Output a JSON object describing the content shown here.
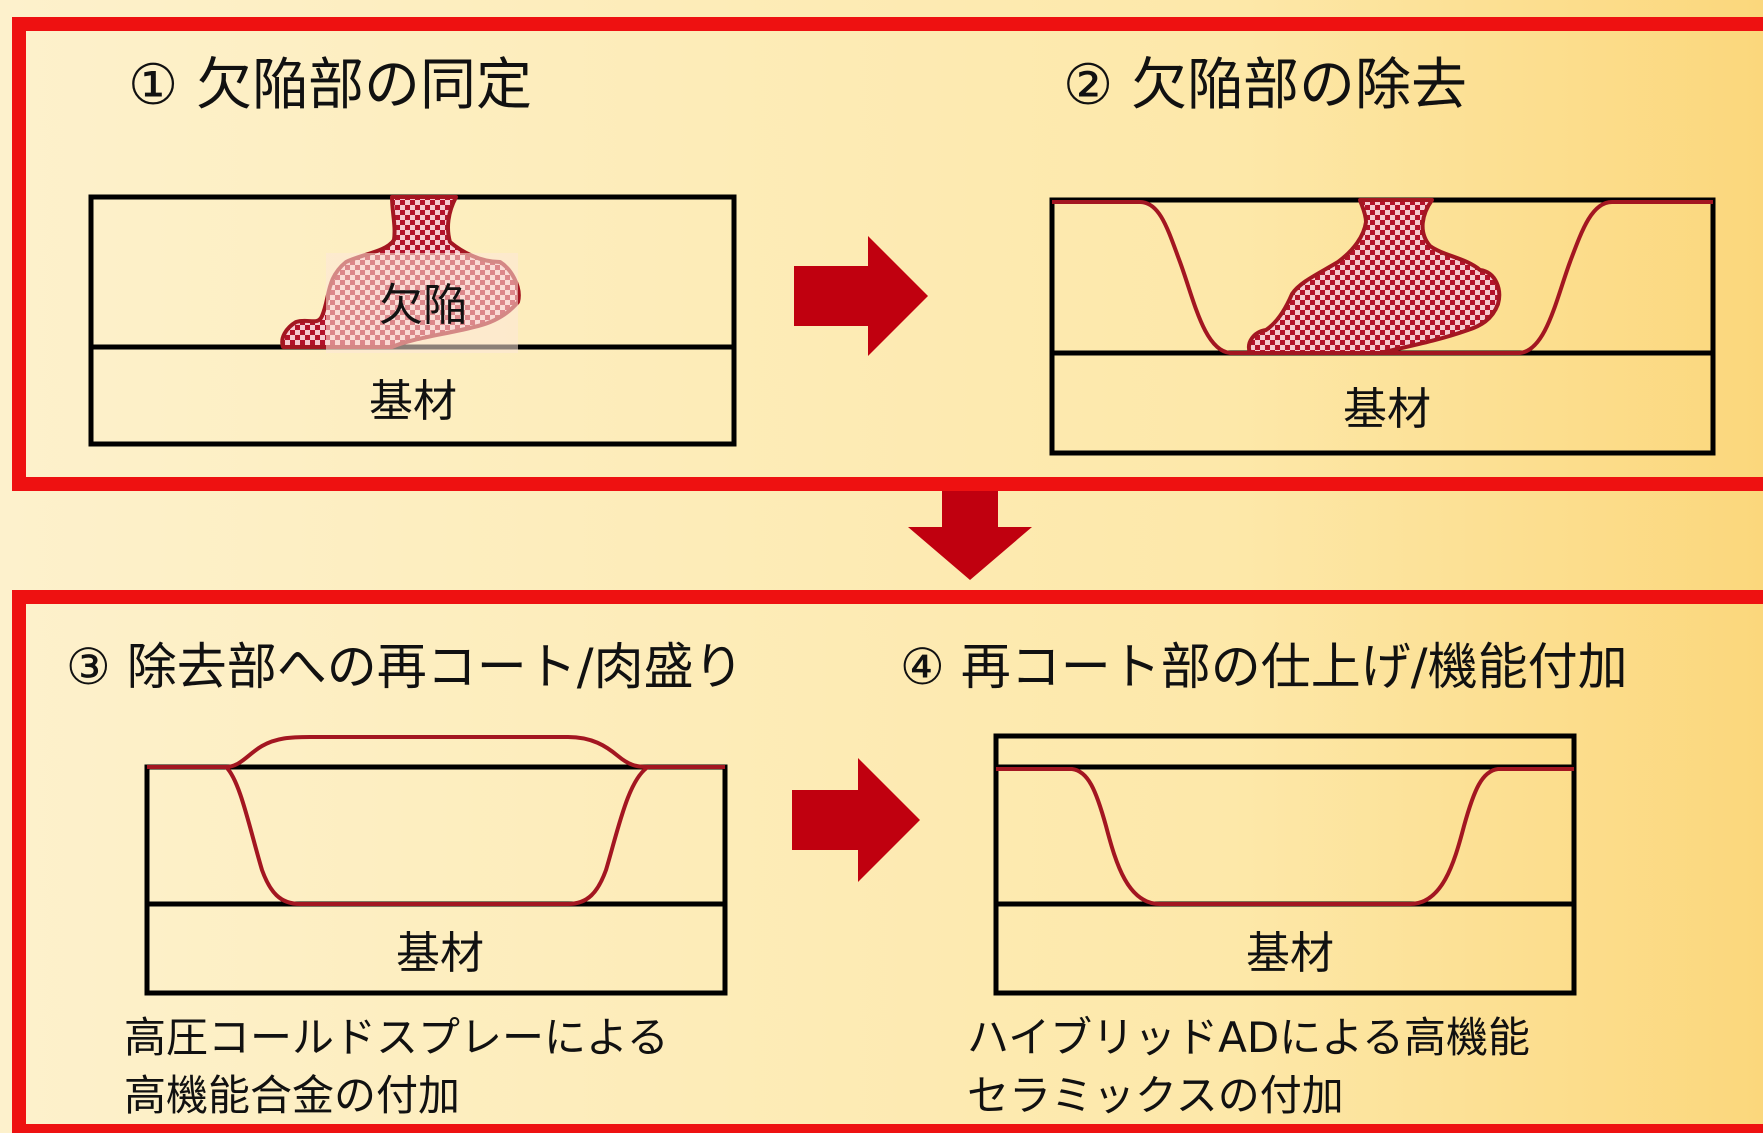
{
  "steps": [
    {
      "title": "① 欠陥部の同定",
      "defect_label": "欠陥",
      "substrate_label": "基材"
    },
    {
      "title": "② 欠陥部の除去",
      "substrate_label": "基材"
    },
    {
      "title": "③ 除去部への再コート/肉盛り",
      "substrate_label": "基材",
      "note_line1": "高圧コールドスプレーによる",
      "note_line2": "高機能合金の付加"
    },
    {
      "title": "④ 再コート部の仕上げ/機能付加",
      "substrate_label": "基材",
      "note_line1": "ハイブリッドADによる高機能",
      "note_line2": "セラミックスの付加"
    }
  ],
  "colors": {
    "frame": "#ee1111",
    "arrow": "#c0000f",
    "defect_outline": "#a31621",
    "background": "#fde8a9"
  },
  "icons": [
    "right-arrow-icon",
    "down-arrow-icon",
    "checkered-defect-pattern"
  ]
}
